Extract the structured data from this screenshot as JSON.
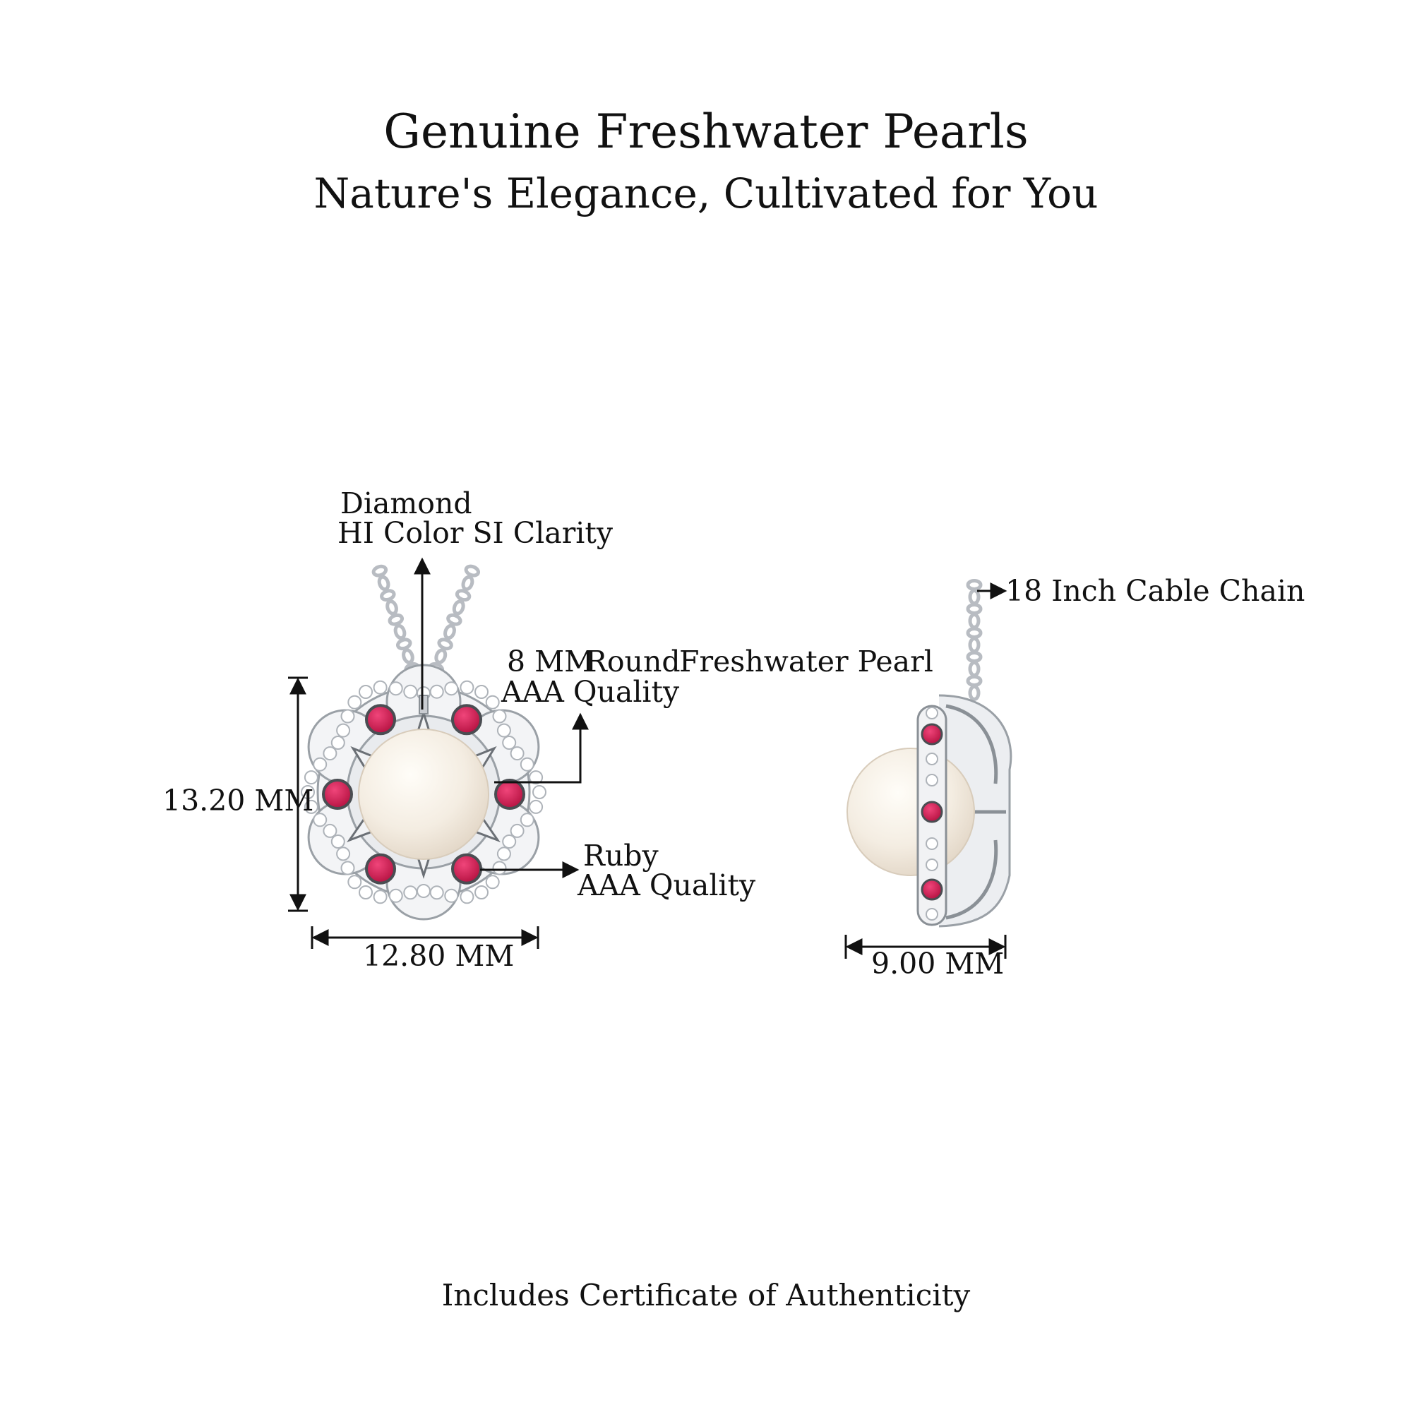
{
  "header": {
    "title": "Genuine Freshwater Pearls",
    "subtitle": "Nature's Elegance, Cultivated for You"
  },
  "front_view": {
    "diamond_label": "Diamond",
    "diamond_grade": "HI Color SI Clarity",
    "pearl_size": "8 MM",
    "pearl_shape": "Round",
    "pearl_type": "Freshwater Pearl",
    "pearl_quality": "AAA Quality",
    "ruby_label": "Ruby",
    "ruby_quality": "AAA Quality",
    "height": "13.20 MM",
    "width": "12.80 MM"
  },
  "side_view": {
    "chain": "18 Inch Cable Chain",
    "depth": "9.00 MM"
  },
  "footer": {
    "note": "Includes Certificate of Authenticity"
  },
  "colors": {
    "ruby": "#d11a55",
    "pearl": "#f4ede2",
    "metal": "#c9ccd1",
    "text": "#111111"
  }
}
